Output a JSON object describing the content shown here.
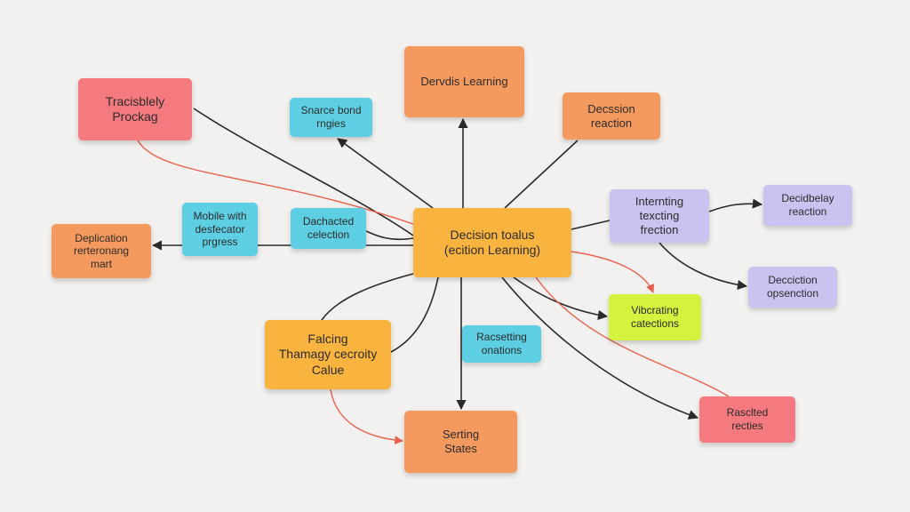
{
  "colors": {
    "background": "#f2f1ef",
    "orange": "#f59a5e",
    "amber": "#f9b43f",
    "red": "#f47a7f",
    "cyan": "#5ecfe3",
    "lavender": "#c9c3f0",
    "lime": "#d4f23e",
    "edge_dark": "#2a2a2a",
    "edge_red": "#e8614f"
  },
  "nodes": {
    "center": {
      "text": "Decision toalus\n(ecition Learning)",
      "color": "#f9b43f"
    },
    "top": {
      "text": "Dervdis Learning",
      "color": "#f59a5e"
    },
    "tl": {
      "text": "Tracisblely\nProckag",
      "color": "#f47a7f"
    },
    "shared": {
      "text": "Snarce bond\nrngies",
      "color": "#5ecfe3"
    },
    "dec_r": {
      "text": "Decssion\nreaction",
      "color": "#f59a5e"
    },
    "mobile": {
      "text": "Mobile with\ndesfecator\nprgress",
      "color": "#5ecfe3"
    },
    "detach": {
      "text": "Dachacted\ncelection",
      "color": "#5ecfe3"
    },
    "dup": {
      "text": "Deplication\nrerteronang\nmart",
      "color": "#f59a5e"
    },
    "intern": {
      "text": "Internting\ntexcting\nfrection",
      "color": "#c9c3f0"
    },
    "decid": {
      "text": "Decidbelay\nreaction",
      "color": "#c9c3f0"
    },
    "dec_op": {
      "text": "Decciction\nopsenction",
      "color": "#c9c3f0"
    },
    "vibr": {
      "text": "Vibcrating\ncatections",
      "color": "#d4f23e"
    },
    "fail": {
      "text": "Falcing\nThamagy cecroity\nCalue",
      "color": "#f9b43f"
    },
    "recast": {
      "text": "Racsetting\nonations",
      "color": "#5ecfe3"
    },
    "setting": {
      "text": "Serting\nStates",
      "color": "#f59a5e"
    },
    "resolved": {
      "text": "Rasclted\nrecties",
      "color": "#f47a7f"
    }
  },
  "edges": [
    {
      "from": "center",
      "to": "top",
      "style": "dark",
      "arrow": true
    },
    {
      "from": "center",
      "to": "tl",
      "style": "dark",
      "arrow": false
    },
    {
      "from": "center",
      "to": "shared",
      "style": "dark",
      "arrow": true
    },
    {
      "from": "center",
      "to": "dec_r",
      "style": "dark",
      "arrow": false
    },
    {
      "from": "center",
      "to": "detach",
      "style": "dark",
      "arrow": false
    },
    {
      "from": "center",
      "to": "dup",
      "style": "dark",
      "arrow": true
    },
    {
      "from": "center",
      "to": "intern",
      "style": "dark",
      "arrow": false
    },
    {
      "from": "intern",
      "to": "decid",
      "style": "dark",
      "arrow": true
    },
    {
      "from": "intern",
      "to": "dec_op",
      "style": "dark",
      "arrow": true
    },
    {
      "from": "center",
      "to": "vibr",
      "style": "dark",
      "arrow": true
    },
    {
      "from": "center",
      "to": "fail",
      "style": "dark",
      "arrow": false
    },
    {
      "from": "center",
      "to": "setting",
      "style": "dark",
      "arrow": true
    },
    {
      "from": "center",
      "to": "resolved",
      "style": "dark",
      "arrow": true
    },
    {
      "from": "tl",
      "to": "center",
      "style": "red",
      "arrow": false
    },
    {
      "from": "center",
      "to": "vibr",
      "style": "red",
      "arrow": true
    },
    {
      "from": "center",
      "to": "resolved",
      "style": "red",
      "arrow": false
    },
    {
      "from": "fail",
      "to": "setting",
      "style": "red",
      "arrow": true
    }
  ]
}
